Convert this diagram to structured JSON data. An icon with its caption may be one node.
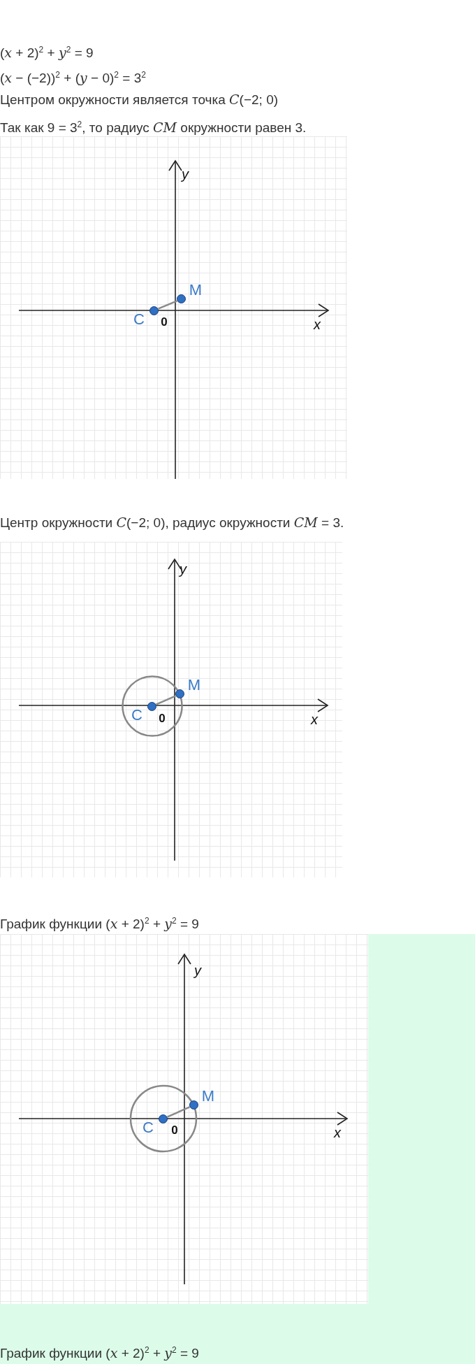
{
  "diagram": {
    "caption": "График функции (*x* + 2)$^{2}$ + *y*$^{2}$ = 9",
    "nodes": [
      {
        "text": [
          "C"
        ]
      },
      {
        "text": [
          "M"
        ]
      },
      {
        "text": [
          "C"
        ]
      },
      {
        "text": [
          "M"
        ]
      },
      {
        "text": [
          "C"
        ]
      },
      {
        "text": [
          "M"
        ]
      }
    ],
    "edges": [
      {
        "from": 0,
        "to": 1,
        "arrow": "none"
      },
      {
        "from": 2,
        "to": 3,
        "arrow": "none"
      },
      {
        "from": 4,
        "to": 5,
        "arrow": "none"
      }
    ],
    "labels": [
      "(*x* + 2)$^{2}$ + *y*$^{2}$ = 9",
      "(*x* − (−2))$^{2}$ + (*y* − 0)$^{2}$ = 3$^{2}$",
      "Центром окружности является точка *C*(−2; 0)",
      "Так как 9 = 3$^{2}$, то радиус *CM* окружности равен 3.",
      "y",
      "0",
      "x",
      "Центр окружности *C*(−2; 0), радиус окружности *CM* = 3.",
      "y",
      "0",
      "x",
      "График функции (*x* + 2)$^{2}$ + *y*$^{2}$ = 9",
      "y",
      "0",
      "x"
    ]
  }
}
